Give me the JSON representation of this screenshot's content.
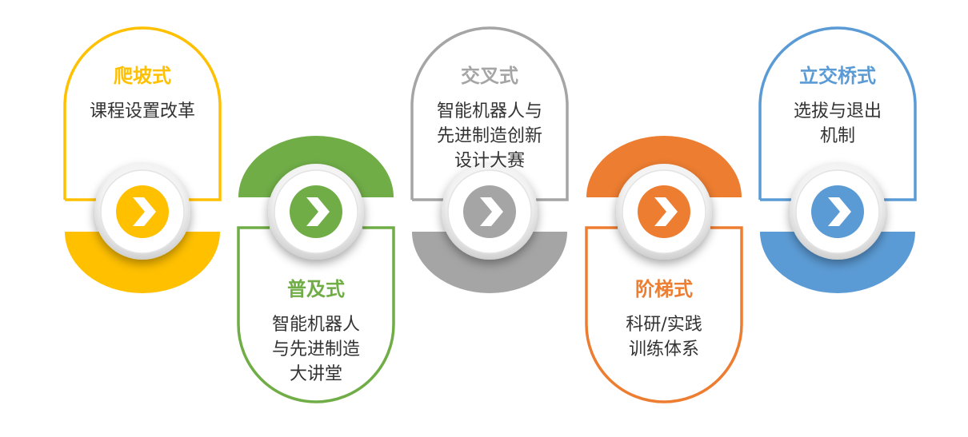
{
  "stages": [
    {
      "title": "爬坡式",
      "lines": [
        "课程设置改革"
      ],
      "color": "#FFC000",
      "icon": "chevron-right-icon"
    },
    {
      "title": "普及式",
      "lines": [
        "智能机器人",
        "与先进制造",
        "大讲堂"
      ],
      "color": "#70AD47",
      "icon": "chevron-right-icon"
    },
    {
      "title": "交叉式",
      "lines": [
        "智能机器人与",
        "先进制造创新",
        "设计大赛"
      ],
      "color": "#A5A5A5",
      "icon": "chevron-right-icon"
    },
    {
      "title": "阶梯式",
      "lines": [
        "科研/实践",
        "训练体系"
      ],
      "color": "#ED7D31",
      "icon": "chevron-right-icon"
    },
    {
      "title": "立交桥式",
      "lines": [
        "选拔与退出",
        "机制"
      ],
      "color": "#5B9BD5",
      "icon": "chevron-right-icon"
    }
  ]
}
